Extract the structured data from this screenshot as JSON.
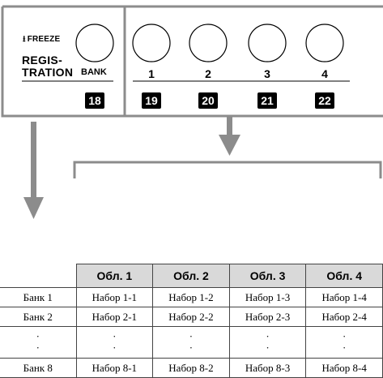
{
  "panel": {
    "freeze_label": "FREEZE",
    "freeze_icon": "freeze-icon",
    "registration_label_line1": "REGIS-",
    "registration_label_line2": "TRATION",
    "bank_label": "BANK",
    "button_numbers": [
      "1",
      "2",
      "3",
      "4"
    ],
    "badges": {
      "bank": "18",
      "buttons": [
        "19",
        "20",
        "21",
        "22"
      ]
    }
  },
  "table": {
    "headers": [
      "Обл. 1",
      "Обл. 2",
      "Обл. 3",
      "Обл. 4"
    ],
    "rows": [
      {
        "label": "Банк 1",
        "cells": [
          "Набор 1-1",
          "Набор 1-2",
          "Набор 1-3",
          "Набор 1-4"
        ]
      },
      {
        "label": "Банк 2",
        "cells": [
          "Набор 2-1",
          "Набор 2-2",
          "Набор 2-3",
          "Набор 2-4"
        ]
      },
      {
        "label": "·\n·",
        "cells": [
          "·\n·",
          "·\n·",
          "·\n·",
          "·\n·"
        ]
      },
      {
        "label": "Банк 8",
        "cells": [
          "Набор 8-1",
          "Набор 8-2",
          "Набор 8-3",
          "Набор 8-4"
        ]
      }
    ]
  },
  "colors": {
    "panel_border": "#8c8c8c",
    "arrow": "#8c8c8c",
    "header_fill": "#d9d9d9",
    "badge_fill": "#000000"
  }
}
